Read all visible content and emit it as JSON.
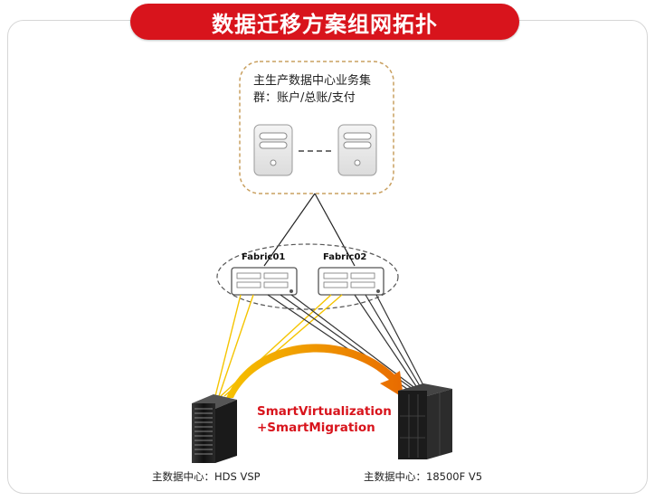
{
  "title": "数据迁移方案组网拓扑",
  "cluster": {
    "label": "主生产数据中心业务集群：账户/总账/支付"
  },
  "fabrics": [
    {
      "label": "Fabric01"
    },
    {
      "label": "Fabric02"
    }
  ],
  "storage_source": {
    "label": "主数据中心：HDS VSP"
  },
  "storage_target": {
    "label": "主数据中心：18500F V5"
  },
  "migration": {
    "line1": "SmartVirtualization",
    "line2": "+SmartMigration"
  },
  "colors": {
    "title_bg": "#d8141c",
    "yellow_link": "#f5c400",
    "dark_link": "#333333",
    "arrow": "#f08a00"
  }
}
